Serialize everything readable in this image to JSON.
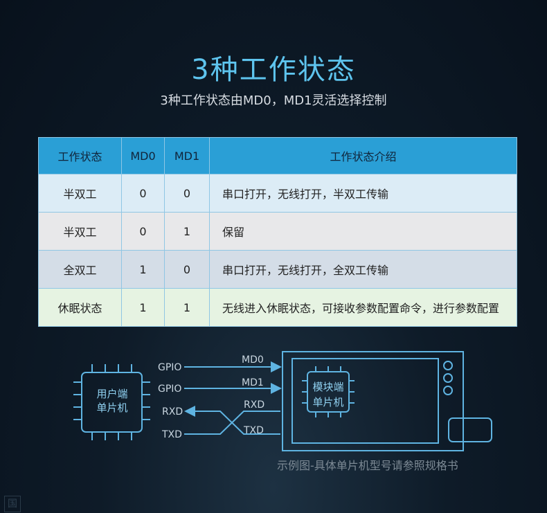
{
  "title": "3种工作状态",
  "subtitle": "3种工作状态由MD0，MD1灵活选择控制",
  "table": {
    "headers": [
      "工作状态",
      "MD0",
      "MD1",
      "工作状态介绍"
    ],
    "rows": [
      [
        "半双工",
        "0",
        "0",
        "串口打开，无线打开，半双工传输"
      ],
      [
        "半双工",
        "0",
        "1",
        "保留"
      ],
      [
        "全双工",
        "1",
        "0",
        "串口打开，无线打开，全双工传输"
      ],
      [
        "休眠状态",
        "1",
        "1",
        "无线进入休眠状态，可接收参数配置命令，进行参数配置"
      ]
    ]
  },
  "diagram": {
    "user_chip": [
      "用户端",
      "单片机"
    ],
    "module_chip": [
      "模块端",
      "单片机"
    ],
    "left_pins": [
      "GPIO",
      "GPIO",
      "RXD",
      "TXD"
    ],
    "right_signals": [
      "MD0",
      "MD1",
      "RXD",
      "TXD"
    ]
  },
  "caption": "示例图-具体单片机型号请参照规格书",
  "watermark": "国",
  "colors": {
    "accent": "#5ec4ee",
    "header": "#2a9fd6",
    "line": "#5fb4e2"
  }
}
